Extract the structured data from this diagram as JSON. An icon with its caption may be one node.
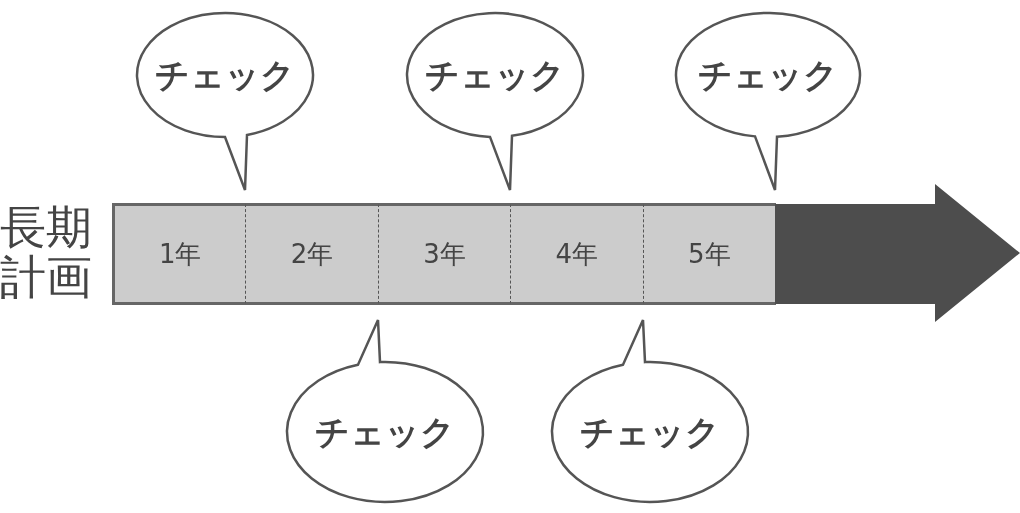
{
  "diagram": {
    "nodes": [
      {
        "text": [
          "長期計画"
        ]
      },
      {
        "text": [
          "1年"
        ],
        "in": 0
      },
      {
        "text": [
          "2年"
        ],
        "in": 0
      },
      {
        "text": [
          "3年"
        ],
        "in": 0
      },
      {
        "text": [
          "4年"
        ],
        "in": 0
      },
      {
        "text": [
          "5年"
        ],
        "in": 0
      },
      {
        "text": [
          "チェック"
        ]
      },
      {
        "text": [
          "チェック"
        ]
      },
      {
        "text": [
          "チェック"
        ]
      },
      {
        "text": [
          "チェック"
        ]
      },
      {
        "text": [
          "チェック"
        ]
      }
    ]
  }
}
